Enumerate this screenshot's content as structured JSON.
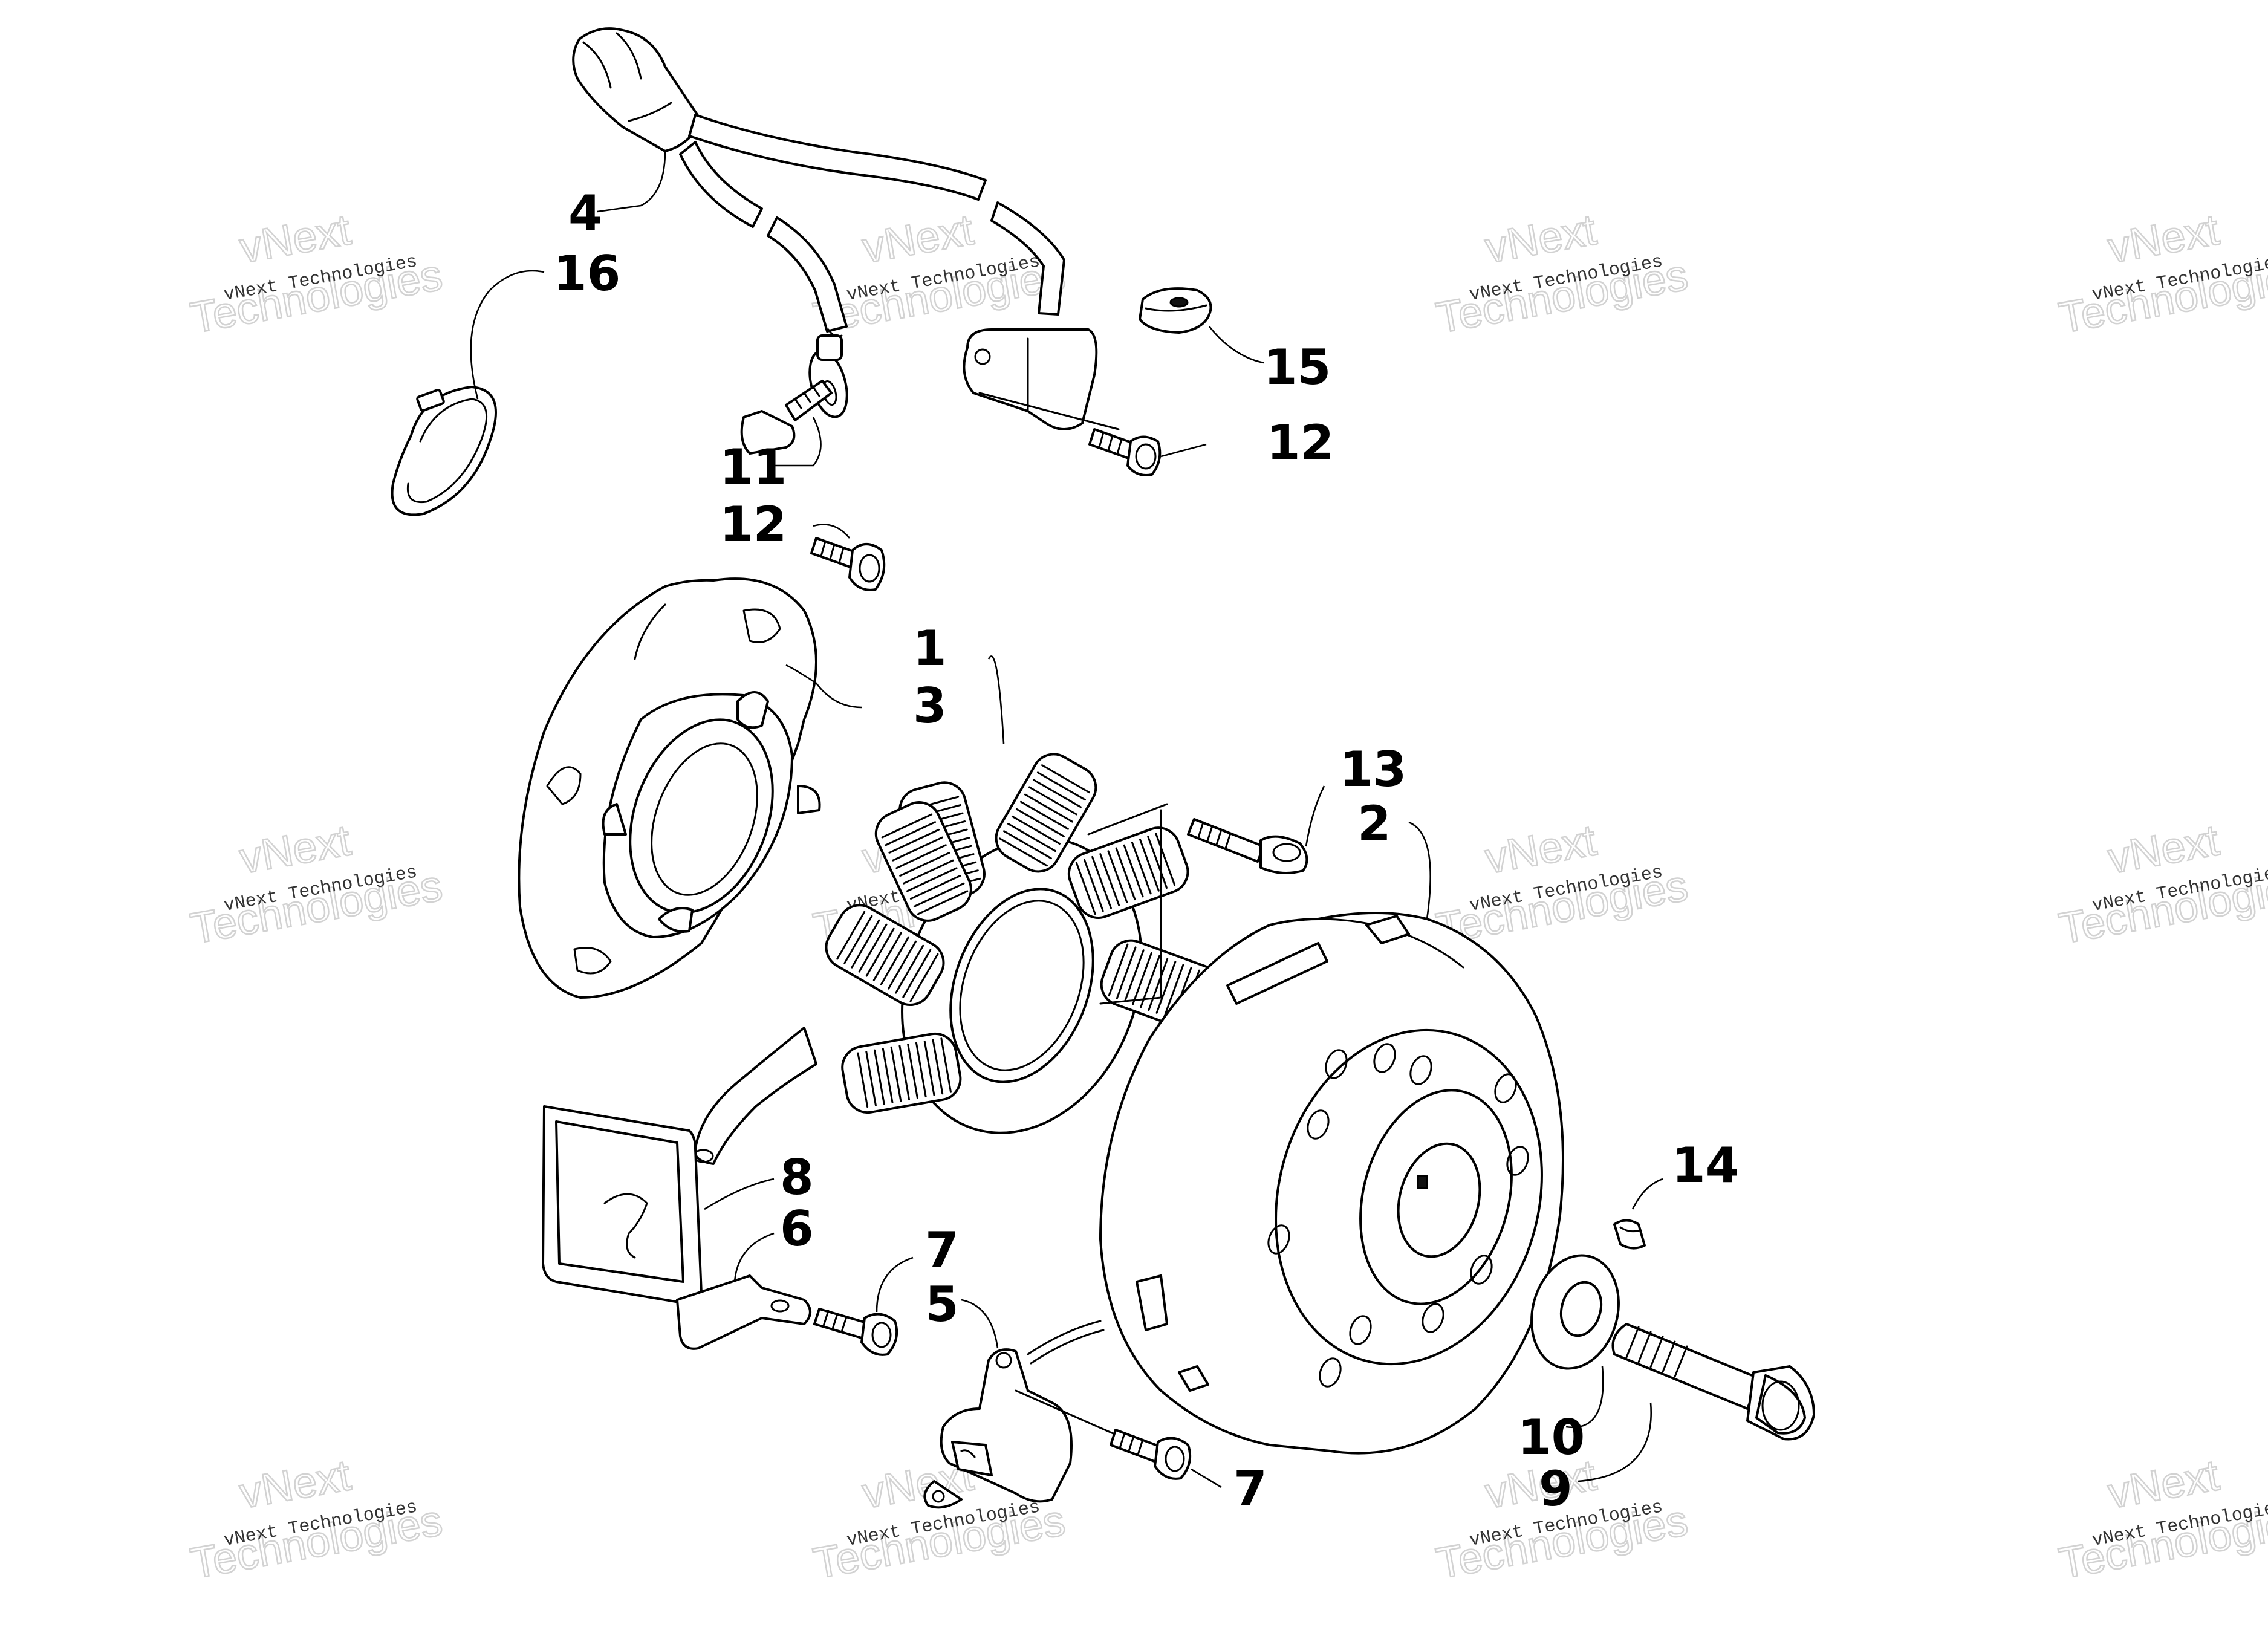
{
  "watermark": {
    "line1": "vNext",
    "line2": "Technologies",
    "full": "vNext Technologies"
  },
  "callouts": {
    "c1": "1",
    "c2": "2",
    "c3": "3",
    "c4": "4",
    "c5": "5",
    "c6": "6",
    "c7a": "7",
    "c7b": "7",
    "c8": "8",
    "c9": "9",
    "c10": "10",
    "c11": "11",
    "c12a": "12",
    "c12b": "12",
    "c13": "13",
    "c14": "14",
    "c15": "15",
    "c16": "16"
  }
}
